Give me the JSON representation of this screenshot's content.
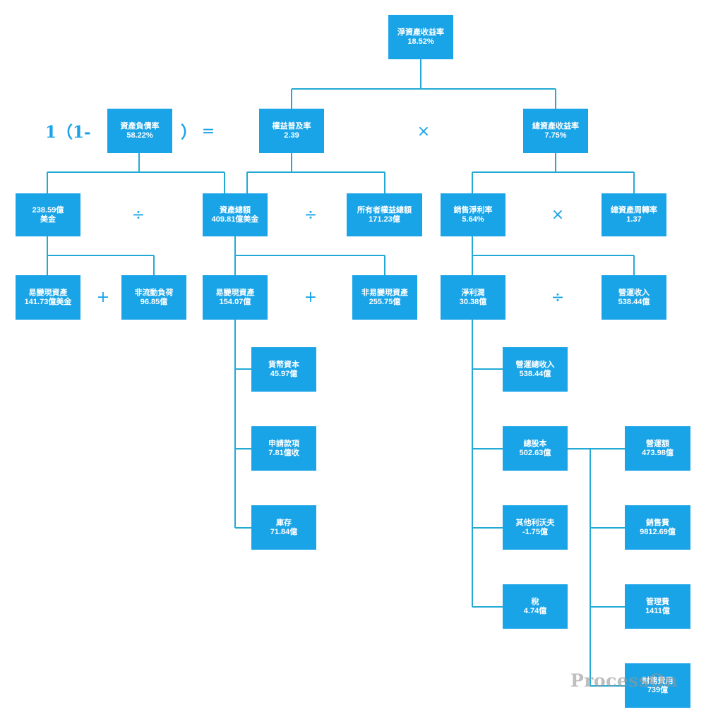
{
  "nodes": {
    "roe": {
      "label": "淨資產收益率",
      "value": "18.52%"
    },
    "debt_ratio": {
      "label": "資產負債率",
      "value": "58.22%"
    },
    "equity_multiplier": {
      "label": "權益普及率",
      "value": "2.39"
    },
    "roa": {
      "label": "總資產收益率",
      "value": "7.75%"
    },
    "total_liabilities": {
      "label": "238.59億",
      "value": "美金"
    },
    "total_assets": {
      "label": "資產總額",
      "value": "409.81億美金"
    },
    "owners_equity": {
      "label": "所有者權益總額",
      "value": "171.23億"
    },
    "net_margin": {
      "label": "銷售淨利率",
      "value": "5.64%"
    },
    "asset_turnover": {
      "label": "總資產周轉率",
      "value": "1.37"
    },
    "current_liabilities": {
      "label": "易變現資產",
      "value": "141.73億美金"
    },
    "noncurrent_liabilities": {
      "label": "非流動負荷",
      "value": "96.85億"
    },
    "current_assets": {
      "label": "易變現資產",
      "value": "154.07億"
    },
    "noncurrent_assets": {
      "label": "非易變現資產",
      "value": "255.75億"
    },
    "net_profit": {
      "label": "淨利潤",
      "value": "30.38億"
    },
    "operating_income": {
      "label": "營運收入",
      "value": "538.44億"
    },
    "monetary_capital": {
      "label": "貨幣資本",
      "value": "45.97億"
    },
    "receivables": {
      "label": "申請款項",
      "value": "7.81億收"
    },
    "inventory": {
      "label": "庫存",
      "value": "71.84億"
    },
    "total_revenue": {
      "label": "營運總收入",
      "value": "538.44億"
    },
    "total_cost": {
      "label": "總股本",
      "value": "502.63億"
    },
    "other_profit": {
      "label": "其他利沃夫",
      "value": "-1.75億"
    },
    "tax": {
      "label": "稅",
      "value": "4.74億"
    },
    "operating_cost": {
      "label": "營運額",
      "value": "473.98億"
    },
    "selling_expense": {
      "label": "銷售費",
      "value": "9812.69億"
    },
    "admin_expense": {
      "label": "管理費",
      "value": "1411億"
    },
    "finance_expense": {
      "label": "財務費用",
      "value": "739億"
    }
  },
  "operators": {
    "times": "×",
    "divide": "÷",
    "plus": "+",
    "equals": "="
  },
  "formula": {
    "left": "1（1-",
    "right": "）"
  },
  "watermark": "ProcessOn",
  "colors": {
    "box": "#1aa4e8",
    "line": "#22aad4",
    "text": "#ffffff"
  }
}
